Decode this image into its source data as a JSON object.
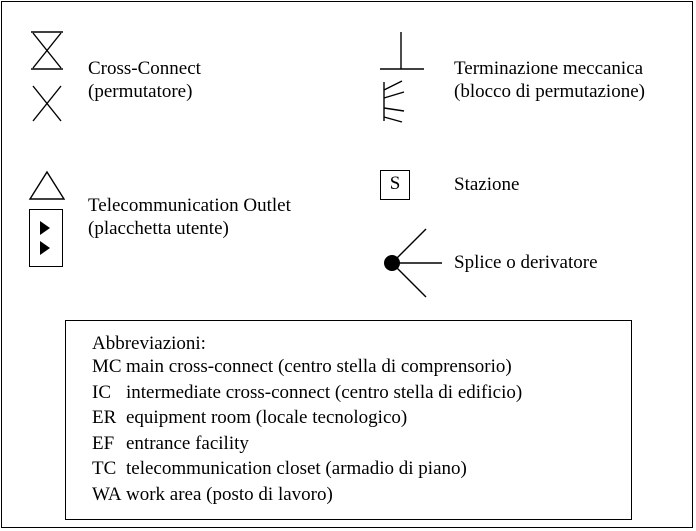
{
  "legend": {
    "cross_connect": {
      "name": "Cross-Connect",
      "translation": "(permutatore)"
    },
    "mechanical_termination": {
      "name": "Terminazione meccanica",
      "translation": "(blocco di permutazione)"
    },
    "station": {
      "symbol_letter": "S",
      "name": "Stazione"
    },
    "telecom_outlet": {
      "name": "Telecommunication Outlet",
      "translation": "(placchetta utente)"
    },
    "splice": {
      "name": "Splice o derivatore"
    }
  },
  "abbreviations": {
    "title": "Abbreviazioni:",
    "items": [
      {
        "code": "MC",
        "description": "main cross-connect (centro stella di comprensorio)"
      },
      {
        "code": "IC",
        "description": "intermediate cross-connect (centro stella di edificio)"
      },
      {
        "code": "ER",
        "description": "equipment room (locale tecnologico)"
      },
      {
        "code": "EF",
        "description": "entrance facility"
      },
      {
        "code": "TC",
        "description": "telecommunication closet (armadio di piano)"
      },
      {
        "code": "WA",
        "description": "work area (posto di lavoro)"
      }
    ]
  }
}
